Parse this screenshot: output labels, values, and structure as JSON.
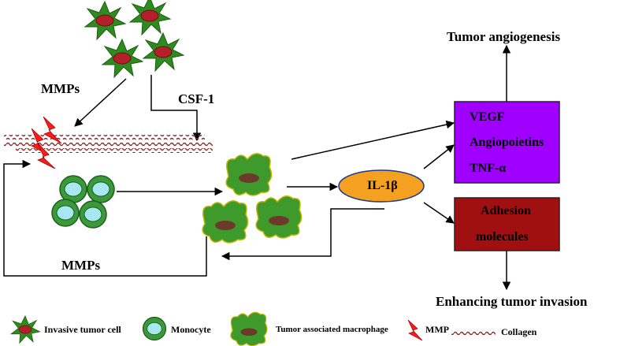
{
  "labels": {
    "mmps_top": "MMPs",
    "csf1": "CSF-1",
    "tumor_angiogenesis": "Tumor angiogenesis",
    "vegf": "VEGF",
    "angiopoietins": "Angiopoietins",
    "tnf": "TNF-α",
    "il1b": "IL-1β",
    "adhesion": "Adhesion",
    "molecules": "molecules",
    "mmps_bottom": "MMPs",
    "enhancing": "Enhancing tumor invasion"
  },
  "legend": {
    "tumor_cell": "Invasive tumor cell",
    "monocyte": "Monocyte",
    "macrophage": "Tumor associated macrophage",
    "mmp": "MMP",
    "collagen": "Collagen"
  },
  "colors": {
    "star_green": "#2e8b1e",
    "nucleus": "#b3202a",
    "monocyte_ring": "#3a9a3a",
    "monocyte_core": "#a8e8f0",
    "macrophage": "#3f9a2c",
    "macrophage_edge": "#c8b400",
    "mac_nucleus": "#6b3a2a",
    "il1b": "#f4a020",
    "purple_box": "#9f00ff",
    "red_box": "#a01010",
    "mmp_bolt": "#ff1a1a",
    "collagen": "#8b2a2a"
  }
}
